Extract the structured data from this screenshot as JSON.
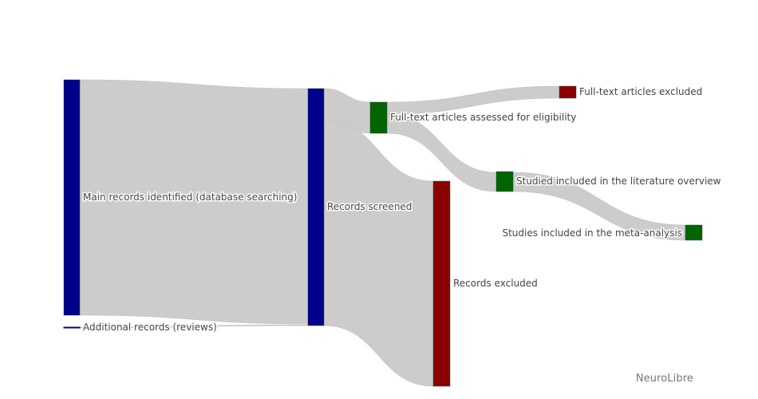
{
  "diagram": {
    "type": "sankey",
    "link_color": "#cccccc",
    "nodes": [
      {
        "id": "main",
        "label": "Main records identified (database searching)",
        "color": "#00008b"
      },
      {
        "id": "additional",
        "label": "Additional records (reviews)",
        "color": "#00008b"
      },
      {
        "id": "screened",
        "label": "Records screened",
        "color": "#00008b"
      },
      {
        "id": "fulltext",
        "label": "Full-text articles assessed for eligibility",
        "color": "#006400"
      },
      {
        "id": "excluded",
        "label": "Records excluded",
        "color": "#8b0000"
      },
      {
        "id": "ft_excluded",
        "label": "Full-text articles excluded",
        "color": "#8b0000"
      },
      {
        "id": "overview",
        "label": "Studied included in the literature overview",
        "color": "#006400"
      },
      {
        "id": "meta",
        "label": "Studies included in the meta-analysis",
        "color": "#006400"
      }
    ],
    "links": [
      {
        "source": "main",
        "target": "screened"
      },
      {
        "source": "additional",
        "target": "screened"
      },
      {
        "source": "screened",
        "target": "fulltext"
      },
      {
        "source": "screened",
        "target": "excluded"
      },
      {
        "source": "fulltext",
        "target": "ft_excluded"
      },
      {
        "source": "fulltext",
        "target": "overview"
      },
      {
        "source": "overview",
        "target": "meta"
      }
    ]
  },
  "watermark": {
    "text": "NeuroLibre"
  }
}
